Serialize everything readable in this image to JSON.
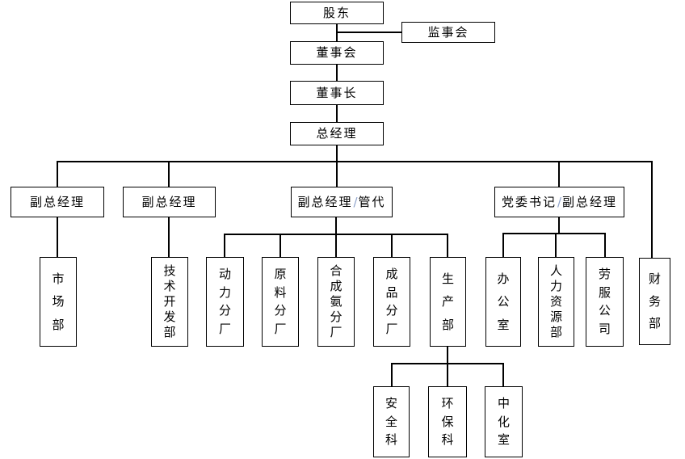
{
  "diagram": {
    "type": "org-chart",
    "background_color": "#ffffff",
    "line_color": "#000000",
    "slash_color": "#8fa3cc",
    "nodes": {
      "shareholders": {
        "label": "股东",
        "reports_to": null
      },
      "supervisory_board": {
        "label": "监事会",
        "reports_to": "股东"
      },
      "board_of_directors": {
        "label": "董事会",
        "reports_to": "股东"
      },
      "chairman": {
        "label": "董事长",
        "reports_to": "董事会"
      },
      "general_manager": {
        "label": "总经理",
        "reports_to": "董事长"
      },
      "deputy_gm_1": {
        "label": "副总经理",
        "reports_to": "总经理"
      },
      "deputy_gm_2": {
        "label": "副总经理",
        "reports_to": "总经理"
      },
      "deputy_gm_mgmt_rep": {
        "label": "副总经理/管代",
        "label_left": "副总经理",
        "slash": "/",
        "label_right": "管代",
        "reports_to": "总经理"
      },
      "party_secretary_deputy_gm": {
        "label": "党委书记/副总经理",
        "label_left": "党委书记",
        "slash": "/",
        "label_right": "副总经理",
        "reports_to": "总经理"
      },
      "finance_dept": {
        "label": "财务部",
        "reports_to": "总经理"
      },
      "marketing_dept": {
        "label": "市场部",
        "reports_to": "副总经理(1)"
      },
      "tech_dev_dept": {
        "label": "技术开发部",
        "reports_to": "副总经理(2)"
      },
      "power_branch": {
        "label": "动力分厂",
        "reports_to": "副总经理/管代"
      },
      "raw_material_branch": {
        "label": "原料分厂",
        "reports_to": "副总经理/管代"
      },
      "ammonia_branch": {
        "label": "合成氨分厂",
        "reports_to": "副总经理/管代"
      },
      "finished_product_branch": {
        "label": "成品分厂",
        "reports_to": "副总经理/管代"
      },
      "production_dept": {
        "label": "生产部",
        "reports_to": "副总经理/管代"
      },
      "office": {
        "label": "办公室",
        "reports_to": "党委书记/副总经理"
      },
      "hr_dept": {
        "label": "人力资源部",
        "reports_to": "党委书记/副总经理"
      },
      "labor_service_company": {
        "label": "劳服公司",
        "reports_to": "党委书记/副总经理"
      },
      "safety_section": {
        "label": "安全科",
        "reports_to": "生产部"
      },
      "environment_section": {
        "label": "环保科",
        "reports_to": "生产部"
      },
      "central_lab": {
        "label": "中化室",
        "reports_to": "生产部"
      }
    }
  }
}
